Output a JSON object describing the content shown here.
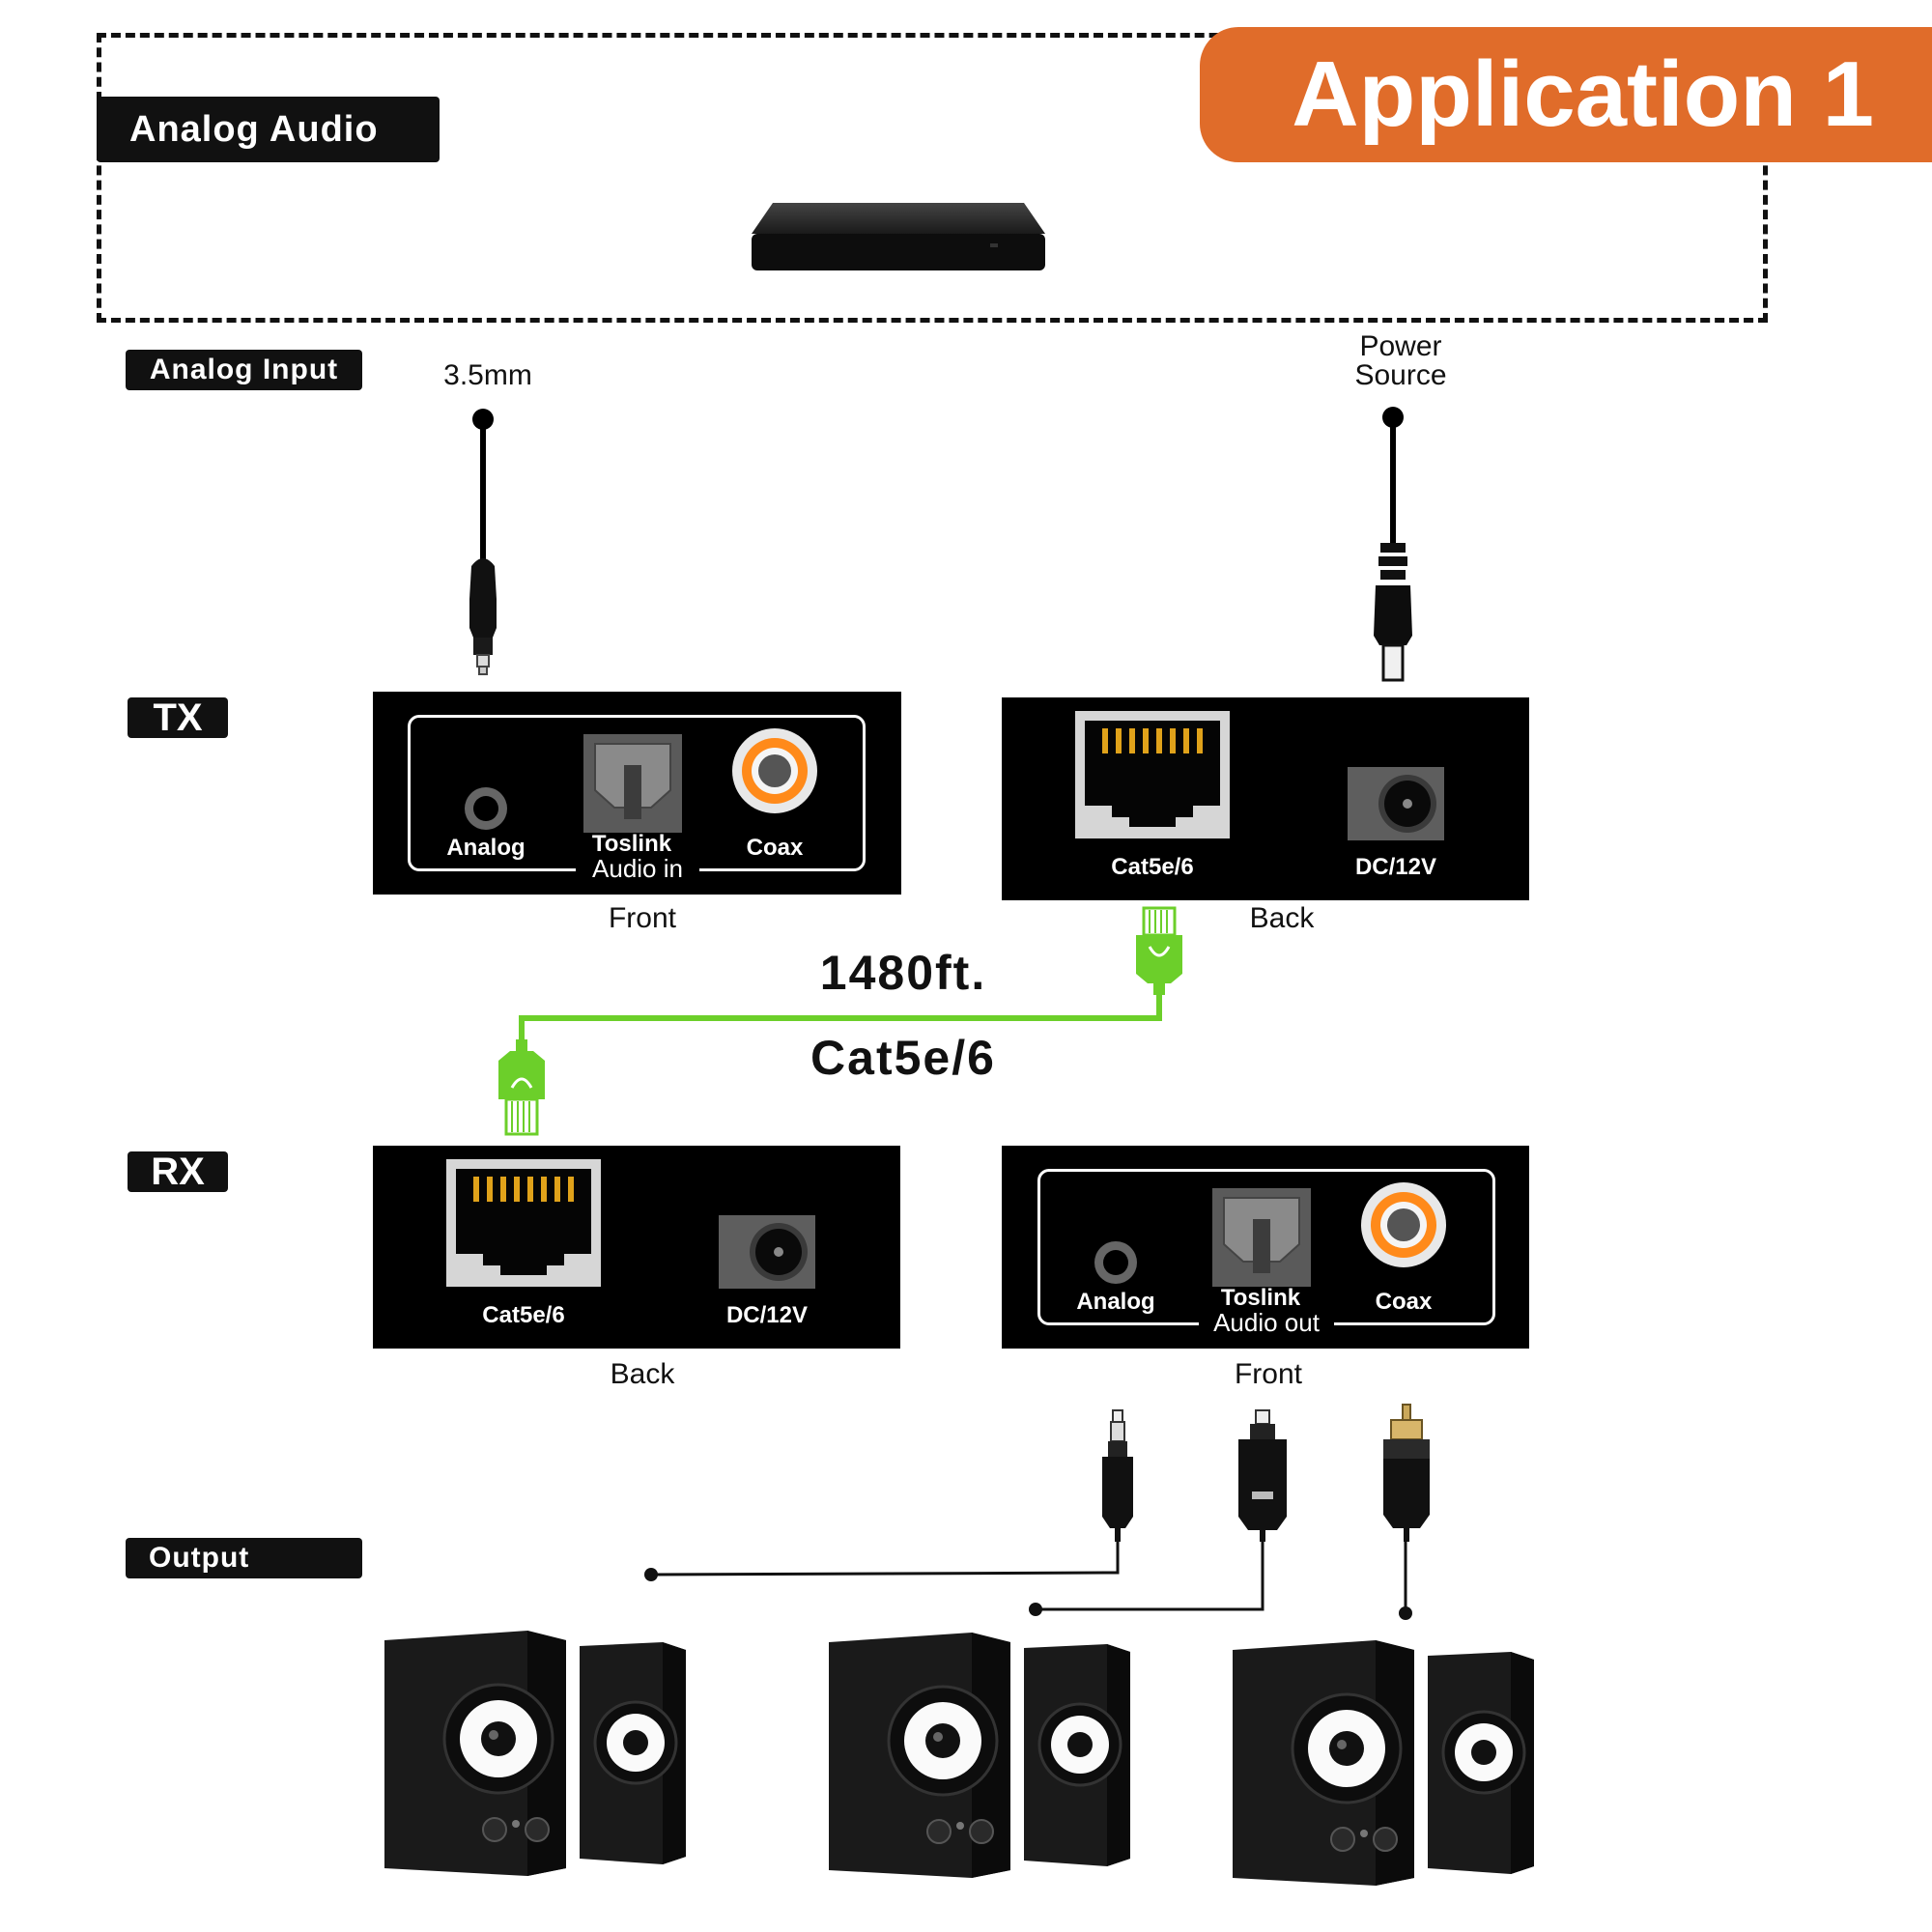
{
  "header": {
    "title": "Application 1",
    "source_label": "Analog Audio",
    "accent_color": "#e06c2a"
  },
  "rows": {
    "input_tag": "Analog Input",
    "tx_tag": "TX",
    "rx_tag": "RX",
    "output_tag": "Output"
  },
  "connectors": {
    "jack_label": "3.5mm",
    "power_label_line1": "Power",
    "power_label_line2": "Source"
  },
  "tx": {
    "front": {
      "caption": "Front",
      "analog": "Analog",
      "toslink": "Toslink",
      "audio_dir": "Audio in",
      "coax": "Coax"
    },
    "back": {
      "caption": "Back",
      "lan": "Cat5e/6",
      "dc": "DC/12V"
    }
  },
  "link": {
    "distance": "1480ft.",
    "cable": "Cat5e/6",
    "cable_color": "#6ccf2a"
  },
  "rx": {
    "back": {
      "caption": "Back",
      "lan": "Cat5e/6",
      "dc": "DC/12V"
    },
    "front": {
      "caption": "Front",
      "analog": "Analog",
      "toslink": "Toslink",
      "audio_dir": "Audio out",
      "coax": "Coax"
    }
  },
  "icons": {
    "source_device": "dvd-player-icon",
    "speakers": [
      "speaker-pair-icon",
      "speaker-pair-icon",
      "speaker-pair-icon"
    ]
  }
}
